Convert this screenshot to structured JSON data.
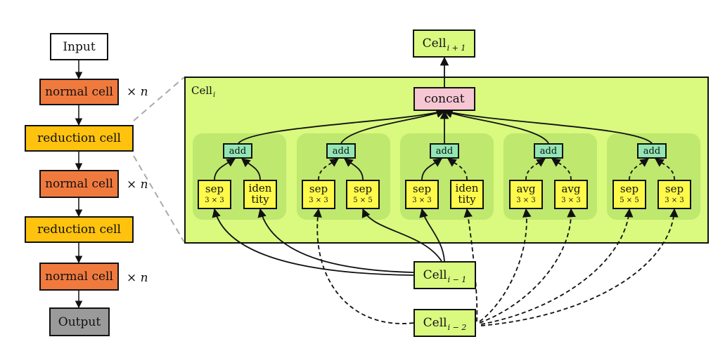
{
  "left_column": {
    "input_label": "Input",
    "normal_label": "normal cell",
    "reduction_label": "reduction cell",
    "output_label": "Output",
    "repeat_prefix": "×",
    "repeat_var": "n"
  },
  "cells": {
    "base": "Cell",
    "current_sub": "i",
    "next_sub": "i + 1",
    "prev1_sub": "i − 1",
    "prev2_sub": "i − 2"
  },
  "concat_label": "concat",
  "add_label": "add",
  "groups": [
    {
      "left": {
        "top": "sep",
        "bottom": "3 × 3"
      },
      "right": {
        "top": "iden",
        "bottom": "tity"
      }
    },
    {
      "left": {
        "top": "sep",
        "bottom": "3 × 3"
      },
      "right": {
        "top": "sep",
        "bottom": "5 × 5"
      }
    },
    {
      "left": {
        "top": "sep",
        "bottom": "3 × 3"
      },
      "right": {
        "top": "iden",
        "bottom": "tity"
      }
    },
    {
      "left": {
        "top": "avg",
        "bottom": "3 × 3"
      },
      "right": {
        "top": "avg",
        "bottom": "3 × 3"
      }
    },
    {
      "left": {
        "top": "sep",
        "bottom": "5 × 5"
      },
      "right": {
        "top": "sep",
        "bottom": "3 × 3"
      }
    }
  ],
  "colors": {
    "normal": "#f07a3e",
    "reduction": "#ffc20e",
    "output": "#9a9a9a",
    "panel": "#d9f97f",
    "group": "#bfe86e",
    "add": "#93e6b4",
    "op": "#fff94a",
    "concat": "#f7c6d3"
  }
}
